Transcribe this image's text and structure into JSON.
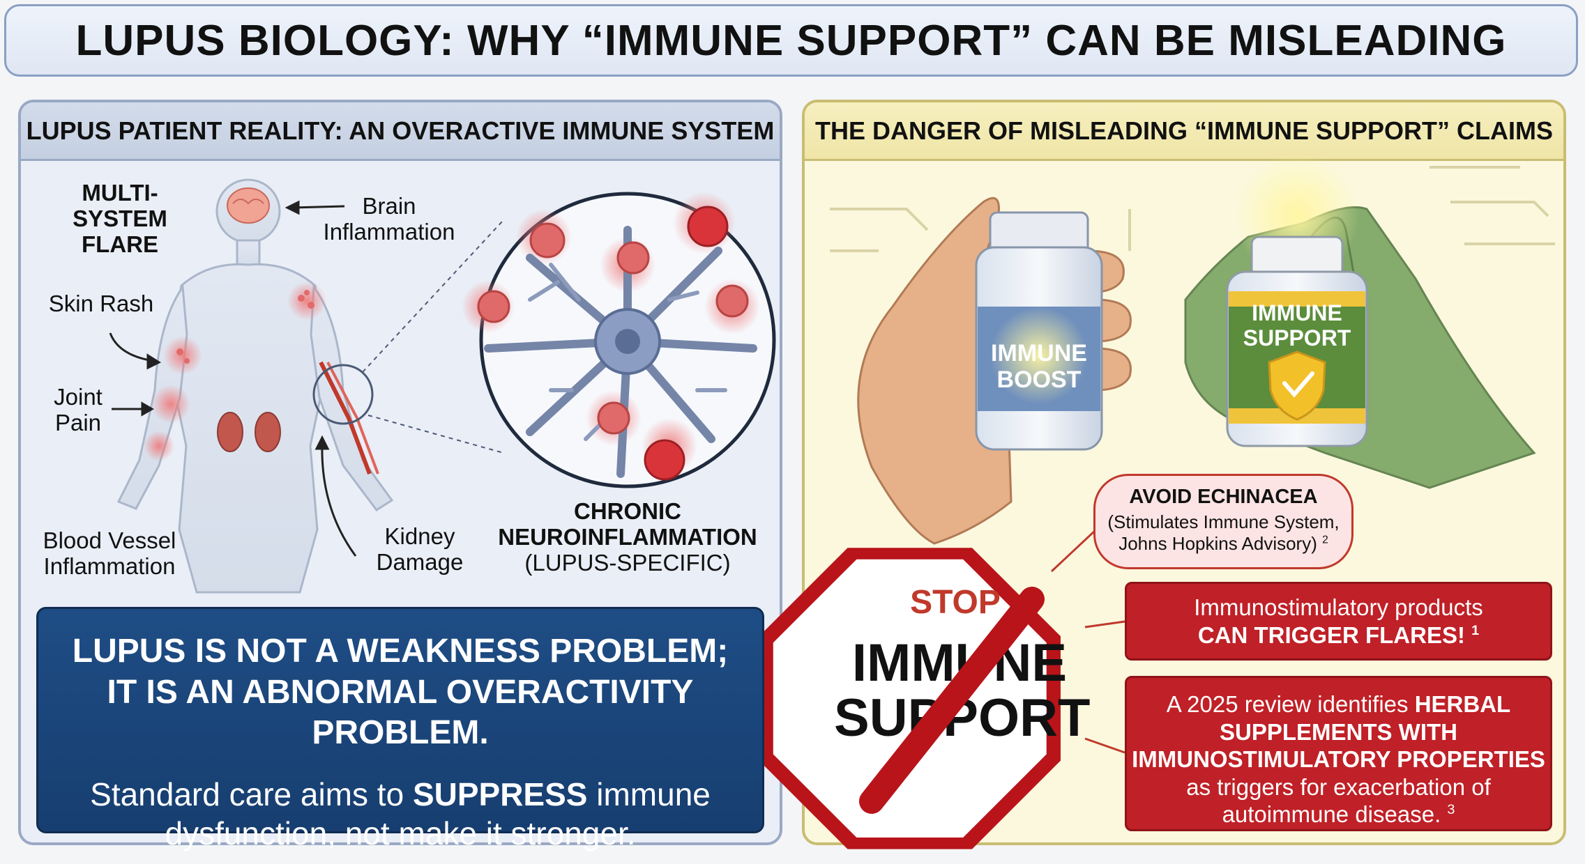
{
  "title": "LUPUS BIOLOGY: WHY “IMMUNE SUPPORT” CAN BE MISLEADING",
  "left_panel": {
    "heading": "LUPUS PATIENT REALITY: AN OVERACTIVE IMMUNE SYSTEM",
    "labels": {
      "multi_system_1": "MULTI-SYSTEM",
      "multi_system_2": "FLARE",
      "brain_1": "Brain",
      "brain_2": "Inflammation",
      "skin": "Skin Rash",
      "joint_1": "Joint",
      "joint_2": "Pain",
      "blood_1": "Blood Vessel",
      "blood_2": "Inflammation",
      "kidney_1": "Kidney",
      "kidney_2": "Damage",
      "neuro_1": "CHRONIC",
      "neuro_2": "NEUROINFLAMMATION",
      "neuro_3": "(LUPUS-SPECIFIC)"
    },
    "summary": {
      "headline_1": "LUPUS IS NOT A WEAKNESS PROBLEM;",
      "headline_2": "IT IS AN ABNORMAL OVERACTIVITY PROBLEM.",
      "body_1a": "Standard care aims to ",
      "body_1b": "SUPPRESS",
      "body_1c": " immune",
      "body_2": "dysfunction, not make it stronger."
    }
  },
  "right_panel": {
    "heading": "THE DANGER OF MISLEADING “IMMUNE SUPPORT” CLAIMS",
    "bottle_left_1": "IMMUNE",
    "bottle_left_2": "BOOST",
    "bottle_right_1": "IMMUNE",
    "bottle_right_2": "SUPPORT",
    "stop_sign_top": "STOP",
    "stop_sign_1": "IMMUNE",
    "stop_sign_2": "SUPPORT",
    "callout_title": "AVOID ECHINACEA",
    "callout_sub_1": "(Stimulates Immune System,",
    "callout_sub_2": "Johns Hopkins Advisory)",
    "callout_ref": "2",
    "box1_line1": "Immunostimulatory products",
    "box1_line2": "CAN TRIGGER FLARES!",
    "box1_ref": "1",
    "box2_line1a": "A 2025 review identifies ",
    "box2_line1b": "HERBAL",
    "box2_line2": "SUPPLEMENTS WITH",
    "box2_line3": "IMMUNOSTIMULATORY PROPERTIES",
    "box2_line4": "as triggers for exacerbation of",
    "box2_line5": "autoimmune disease.",
    "box2_ref": "3"
  },
  "colors": {
    "alert_red": "#c02027",
    "navy": "#1e4d85",
    "left_panel_bg": "#eaeef6",
    "right_panel_bg": "#fbf8de"
  }
}
